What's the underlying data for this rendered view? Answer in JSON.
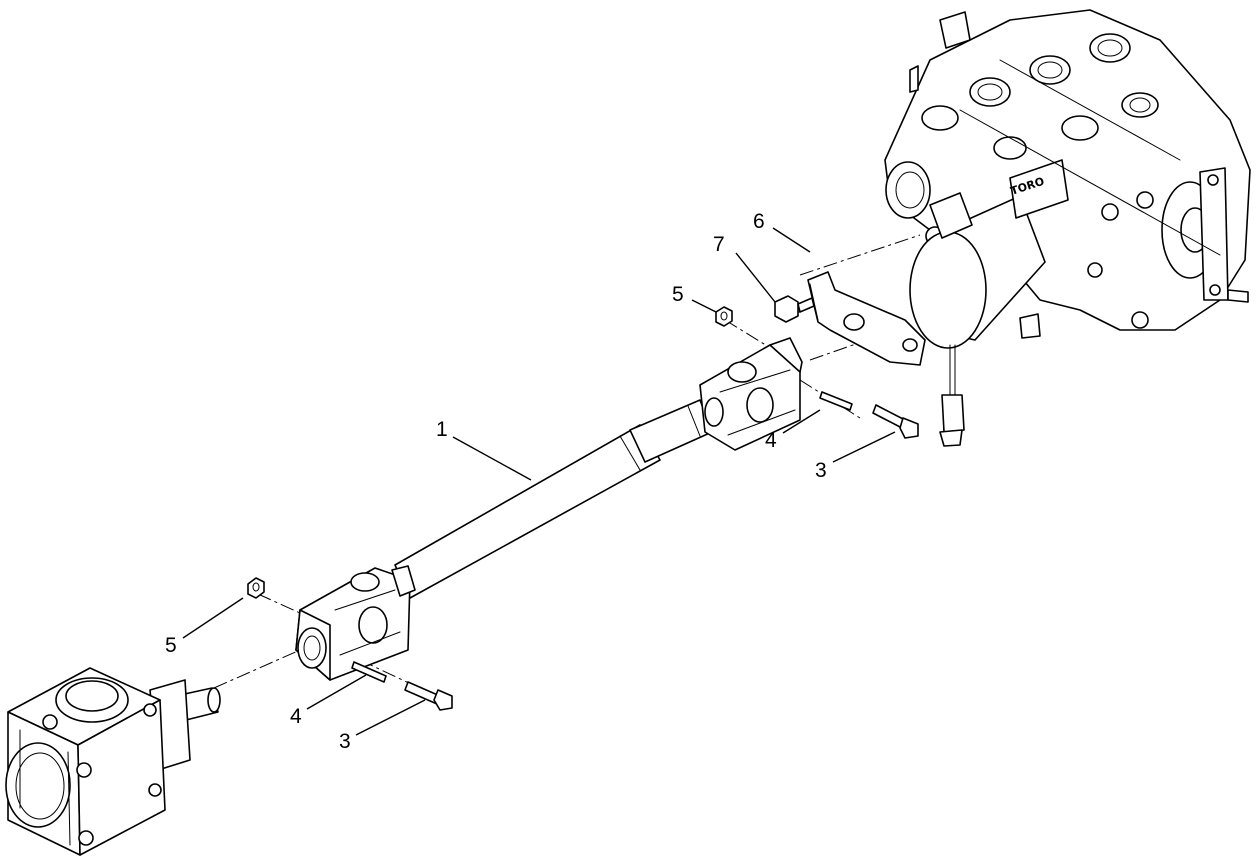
{
  "callouts": {
    "driveshaft": "1",
    "bolt_upper": "3",
    "bolt_lower": "3",
    "pin_upper": "4",
    "pin_lower": "4",
    "nut_upper": "5",
    "nut_lower": "5",
    "bracket": "6",
    "screw": "7"
  },
  "pump_logo": "TORO",
  "colors": {
    "line": "#000000",
    "background": "#ffffff"
  }
}
